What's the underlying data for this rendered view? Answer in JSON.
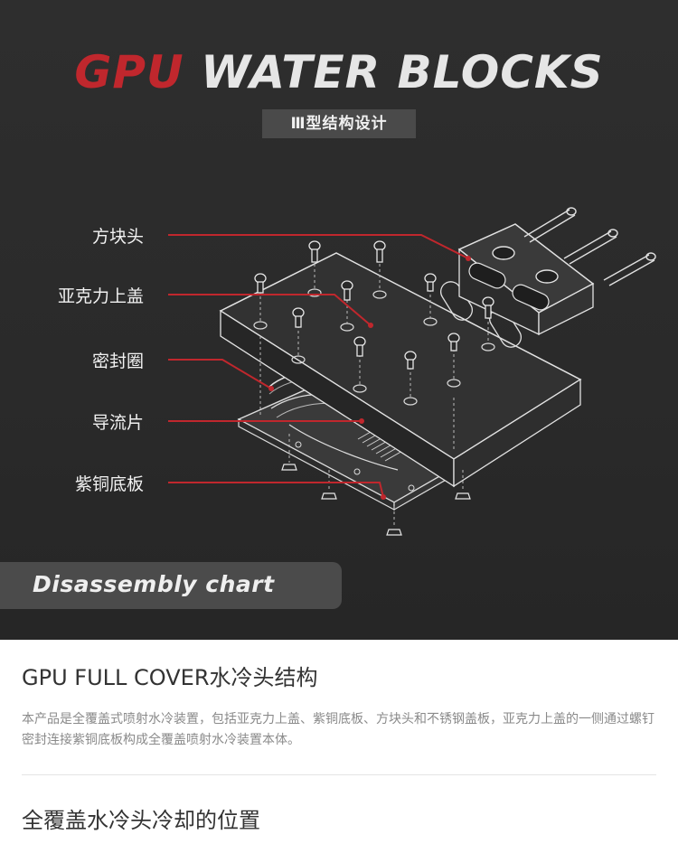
{
  "hero": {
    "title_gpu": "GPU",
    "title_rest": "WATER BLOCKS",
    "subtitle": "Ⅲ型结构设计",
    "labels": {
      "block": "方块头",
      "acrylic": "亚克力上盖",
      "seal": "密封圈",
      "guide": "导流片",
      "copper": "紫铜底板"
    },
    "banner": "Disassembly chart"
  },
  "section1": {
    "title": "GPU FULL COVER水冷头结构",
    "body": "本产品是全覆盖式喷射水冷装置，包括亚克力上盖、紫铜底板、方块头和不锈钢盖板，亚克力上盖的一侧通过螺钉密封连接紫铜底板构成全覆盖喷射水冷装置本体。"
  },
  "section2": {
    "title": "全覆盖水冷头冷却的位置"
  },
  "colors": {
    "accent_red": "#c0272d",
    "hero_bg": "#2b2b2b",
    "label_line": "#c0272d"
  }
}
